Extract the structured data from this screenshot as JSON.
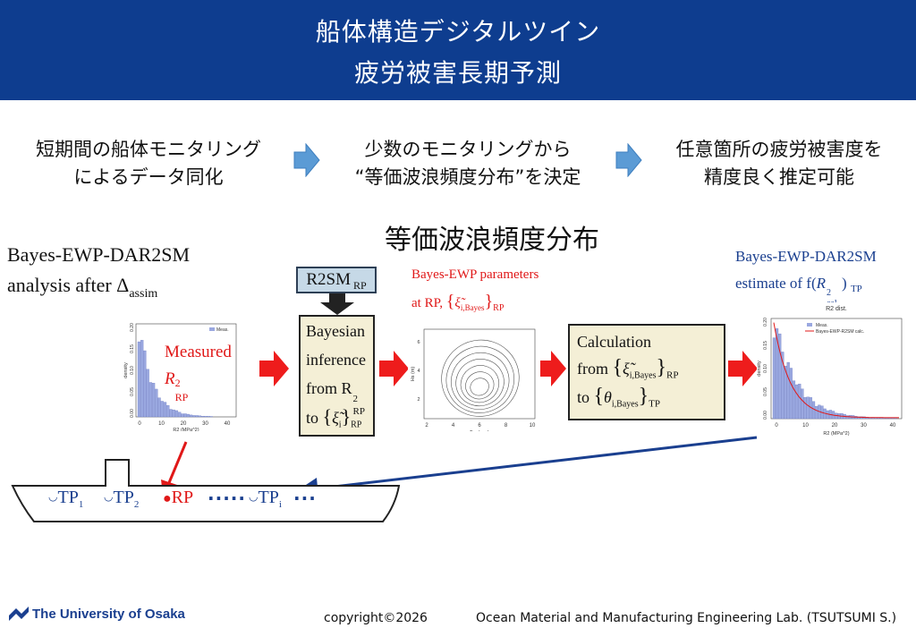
{
  "header": {
    "title_line1": "船体構造デジタルツイン",
    "title_line2": "疲労被害長期予測"
  },
  "steps": [
    {
      "line1": "短期間の船体モニタリング",
      "line2": "によるデータ同化"
    },
    {
      "line1": "少数のモニタリングから",
      "line2": "“等価波浪頻度分布”を決定"
    },
    {
      "line1": "任意箇所の疲労被害度を",
      "line2": "精度良く推定可能"
    }
  ],
  "center_title": "等価波浪頻度分布",
  "left_panel": {
    "title_line1": "Bayes-EWP-DAR2SM",
    "title_line2": "analysis after Δ",
    "title_sub": "assim",
    "measured": "Measured",
    "r_sym": "R",
    "r_sup": "2",
    "r_sub": "RP",
    "hist_legend": "Meas.",
    "hist_xlabel": "R2 (MPa^2)",
    "hist_ylabel": "density",
    "hist_xticks": [
      "0",
      "10",
      "20",
      "30",
      "40"
    ],
    "hist_yticks": [
      "0.00",
      "0.05",
      "0.10",
      "0.15",
      "0.20"
    ]
  },
  "r2sm_box": {
    "label": "R2SM",
    "sub": "RP"
  },
  "bayes_box": {
    "line1": "Bayesian",
    "line2": "inference",
    "line3_pre": "from R",
    "line3_sup": "2",
    "line3_sub": "RP",
    "line4_pre": "to",
    "xi": "ξ̃",
    "xi_sub": "i",
    "set_sub": "RP"
  },
  "params_panel": {
    "title": "Bayes-EWP parameters",
    "line2_pre": "at RP,",
    "xi": "ξ̃",
    "xi_sub": "i,Bayes",
    "set_sub": "RP",
    "contour_xlabel": "Tm (sec)",
    "contour_ylabel": "Hs (m)",
    "contour_xticks": [
      "2",
      "4",
      "6",
      "8",
      "10"
    ],
    "contour_yticks": [
      "2",
      "4",
      "6"
    ]
  },
  "calc_box": {
    "line1": "Calculation",
    "line2_pre": "from",
    "xi": "ξ̃",
    "xi_sub": "i,Bayes",
    "set_sub1": "RP",
    "line3_pre": "to",
    "theta": "θ",
    "theta_sub": "i,Bayes",
    "set_sub2": "TP"
  },
  "right_panel": {
    "title_line1": "Bayes-EWP-DAR2SM",
    "title_line2_pre": "estimate of f(",
    "r_sym": "R",
    "r_sup": "2",
    "r_sub": "cal",
    "title_line2_post": ")",
    "title_sub": "TP",
    "plot_title": "R2 dist.",
    "legend_meas": "Meas.",
    "legend_calc": "Bayes-EWP-R2SM calc.",
    "xlabel": "R2 (MPa^2)",
    "ylabel": "density",
    "xticks": [
      "0",
      "10",
      "20",
      "30",
      "40"
    ],
    "yticks": [
      "0.00",
      "0.05",
      "0.10",
      "0.15",
      "0.20"
    ]
  },
  "ship": {
    "tp1": "TP",
    "tp1_sub": "1",
    "tp2": "TP",
    "tp2_sub": "2",
    "rp": "RP",
    "tpi": "TP",
    "tpi_sub": "i"
  },
  "footer": {
    "university": "The University of Osaka",
    "copyright": "copyright©2026",
    "lab": "Ocean Material and Manufacturing Engineering Lab. (TSUTSUMI S.)"
  },
  "colors": {
    "header_bg": "#0e3d8f",
    "step_arrow": "#5b9bd5",
    "red_arrow": "#ee1c1c",
    "box_fill": "#f4efd6",
    "r2sm_fill": "#c6d9e7",
    "ship_blue": "#1a3f8f",
    "hist_bar": "#9aa8e0"
  }
}
